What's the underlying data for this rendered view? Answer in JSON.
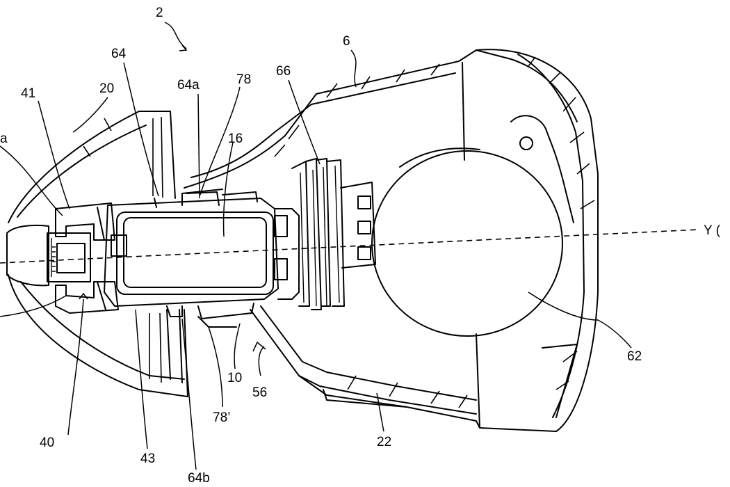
{
  "figure": {
    "reference_labels": {
      "r2": "2",
      "r6": "6",
      "r64": "64",
      "r64a": "64a",
      "r78": "78",
      "r66": "66",
      "r41": "41",
      "r20": "20",
      "r16": "16",
      "ra_cut": "a",
      "ry_axis": "Y (",
      "r62": "62",
      "r10": "10",
      "r56": "56",
      "r78p": "78’",
      "r22": "22",
      "r40": "40",
      "r43": "43",
      "r64b": "64b"
    }
  }
}
